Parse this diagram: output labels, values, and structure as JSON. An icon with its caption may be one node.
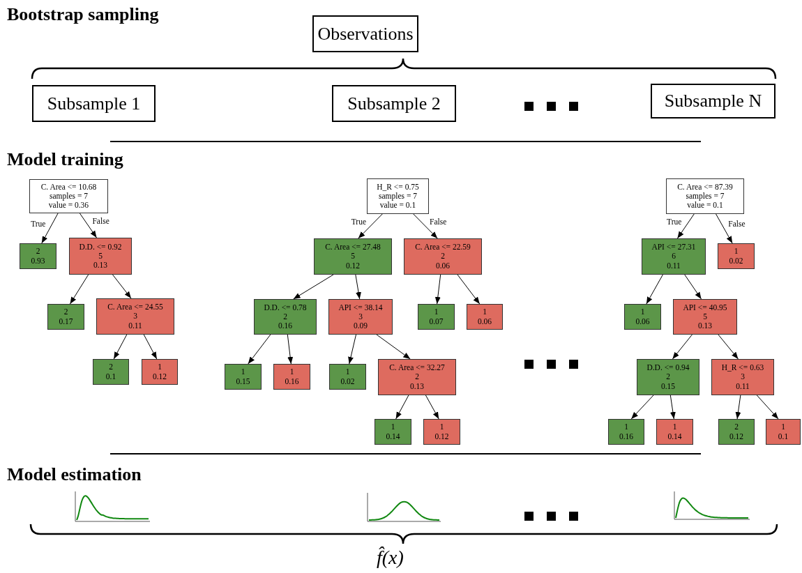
{
  "diagram": {
    "nodes": [
      {
        "text": [
          "Observations"
        ]
      },
      {
        "text": [
          "Subsample 1"
        ]
      },
      {
        "text": [
          "Subsample 2"
        ]
      },
      {
        "text": [
          "Subsample N"
        ]
      },
      {
        "text": [
          "C. Area <= 10.68",
          "samples = 7",
          "value = 0.36"
        ]
      },
      {
        "text": [
          "2",
          "0.93"
        ]
      },
      {
        "text": [
          "D.D. <= 0.92",
          "5",
          "0.13"
        ]
      },
      {
        "text": [
          "2",
          "0.17"
        ]
      },
      {
        "text": [
          "C. Area <= 24.55",
          "3",
          "0.11"
        ]
      },
      {
        "text": [
          "2",
          "0.1"
        ]
      },
      {
        "text": [
          "1",
          "0.12"
        ]
      },
      {
        "text": [
          "H_R <= 0.75",
          "samples = 7",
          "value = 0.1"
        ]
      },
      {
        "text": [
          "C. Area <= 27.48",
          "5",
          "0.12"
        ]
      },
      {
        "text": [
          "C. Area <= 22.59",
          "2",
          "0.06"
        ]
      },
      {
        "text": [
          "D.D. <= 0.78",
          "2",
          "0.16"
        ]
      },
      {
        "text": [
          "API <= 38.14",
          "3",
          "0.09"
        ]
      },
      {
        "text": [
          "1",
          "0.07"
        ]
      },
      {
        "text": [
          "1",
          "0.06"
        ]
      },
      {
        "text": [
          "1",
          "0.15"
        ]
      },
      {
        "text": [
          "1",
          "0.16"
        ]
      },
      {
        "text": [
          "1",
          "0.02"
        ]
      },
      {
        "text": [
          "C. Area <= 32.27",
          "2",
          "0.13"
        ]
      },
      {
        "text": [
          "1",
          "0.14"
        ]
      },
      {
        "text": [
          "1",
          "0.12"
        ]
      },
      {
        "text": [
          "C. Area <= 87.39",
          "samples = 7",
          "value = 0.1"
        ]
      },
      {
        "text": [
          "API <= 27.31",
          "6",
          "0.11"
        ]
      },
      {
        "text": [
          "1",
          "0.02"
        ]
      },
      {
        "text": [
          "1",
          "0.06"
        ]
      },
      {
        "text": [
          "API <= 40.95",
          "5",
          "0.13"
        ]
      },
      {
        "text": [
          "D.D. <= 0.94",
          "2",
          "0.15"
        ]
      },
      {
        "text": [
          "H_R <= 0.63",
          "3",
          "0.11"
        ]
      },
      {
        "text": [
          "1",
          "0.16"
        ]
      },
      {
        "text": [
          "1",
          "0.14"
        ]
      },
      {
        "text": [
          "2",
          "0.12"
        ]
      },
      {
        "text": [
          "1",
          "0.1"
        ]
      }
    ],
    "edges": [
      {
        "from": 4,
        "to": 5,
        "arrow": "to",
        "label": "True"
      },
      {
        "from": 4,
        "to": 6,
        "arrow": "to",
        "label": "False"
      },
      {
        "from": 6,
        "to": 7,
        "arrow": "to"
      },
      {
        "from": 6,
        "to": 8,
        "arrow": "to"
      },
      {
        "from": 8,
        "to": 9,
        "arrow": "to"
      },
      {
        "from": 8,
        "to": 10,
        "arrow": "to"
      },
      {
        "from": 11,
        "to": 12,
        "arrow": "to",
        "label": "True"
      },
      {
        "from": 11,
        "to": 13,
        "arrow": "to",
        "label": "False"
      },
      {
        "from": 12,
        "to": 14,
        "arrow": "to"
      },
      {
        "from": 12,
        "to": 15,
        "arrow": "to"
      },
      {
        "from": 13,
        "to": 16,
        "arrow": "to"
      },
      {
        "from": 13,
        "to": 17,
        "arrow": "to"
      },
      {
        "from": 14,
        "to": 18,
        "arrow": "to"
      },
      {
        "from": 14,
        "to": 19,
        "arrow": "to"
      },
      {
        "from": 15,
        "to": 20,
        "arrow": "to"
      },
      {
        "from": 15,
        "to": 21,
        "arrow": "to"
      },
      {
        "from": 21,
        "to": 22,
        "arrow": "to"
      },
      {
        "from": 21,
        "to": 23,
        "arrow": "to"
      },
      {
        "from": 24,
        "to": 25,
        "arrow": "to",
        "label": "True"
      },
      {
        "from": 24,
        "to": 26,
        "arrow": "to",
        "label": "False"
      },
      {
        "from": 25,
        "to": 27,
        "arrow": "to"
      },
      {
        "from": 25,
        "to": 28,
        "arrow": "to"
      },
      {
        "from": 28,
        "to": 29,
        "arrow": "to"
      },
      {
        "from": 28,
        "to": 30,
        "arrow": "to"
      },
      {
        "from": 29,
        "to": 31,
        "arrow": "to"
      },
      {
        "from": 29,
        "to": 32,
        "arrow": "to"
      },
      {
        "from": 30,
        "to": 33,
        "arrow": "to"
      },
      {
        "from": 30,
        "to": 34,
        "arrow": "to"
      }
    ],
    "labels": [
      "Bootstrap sampling",
      "Model training",
      "Model estimation",
      "f̂(x)"
    ]
  }
}
